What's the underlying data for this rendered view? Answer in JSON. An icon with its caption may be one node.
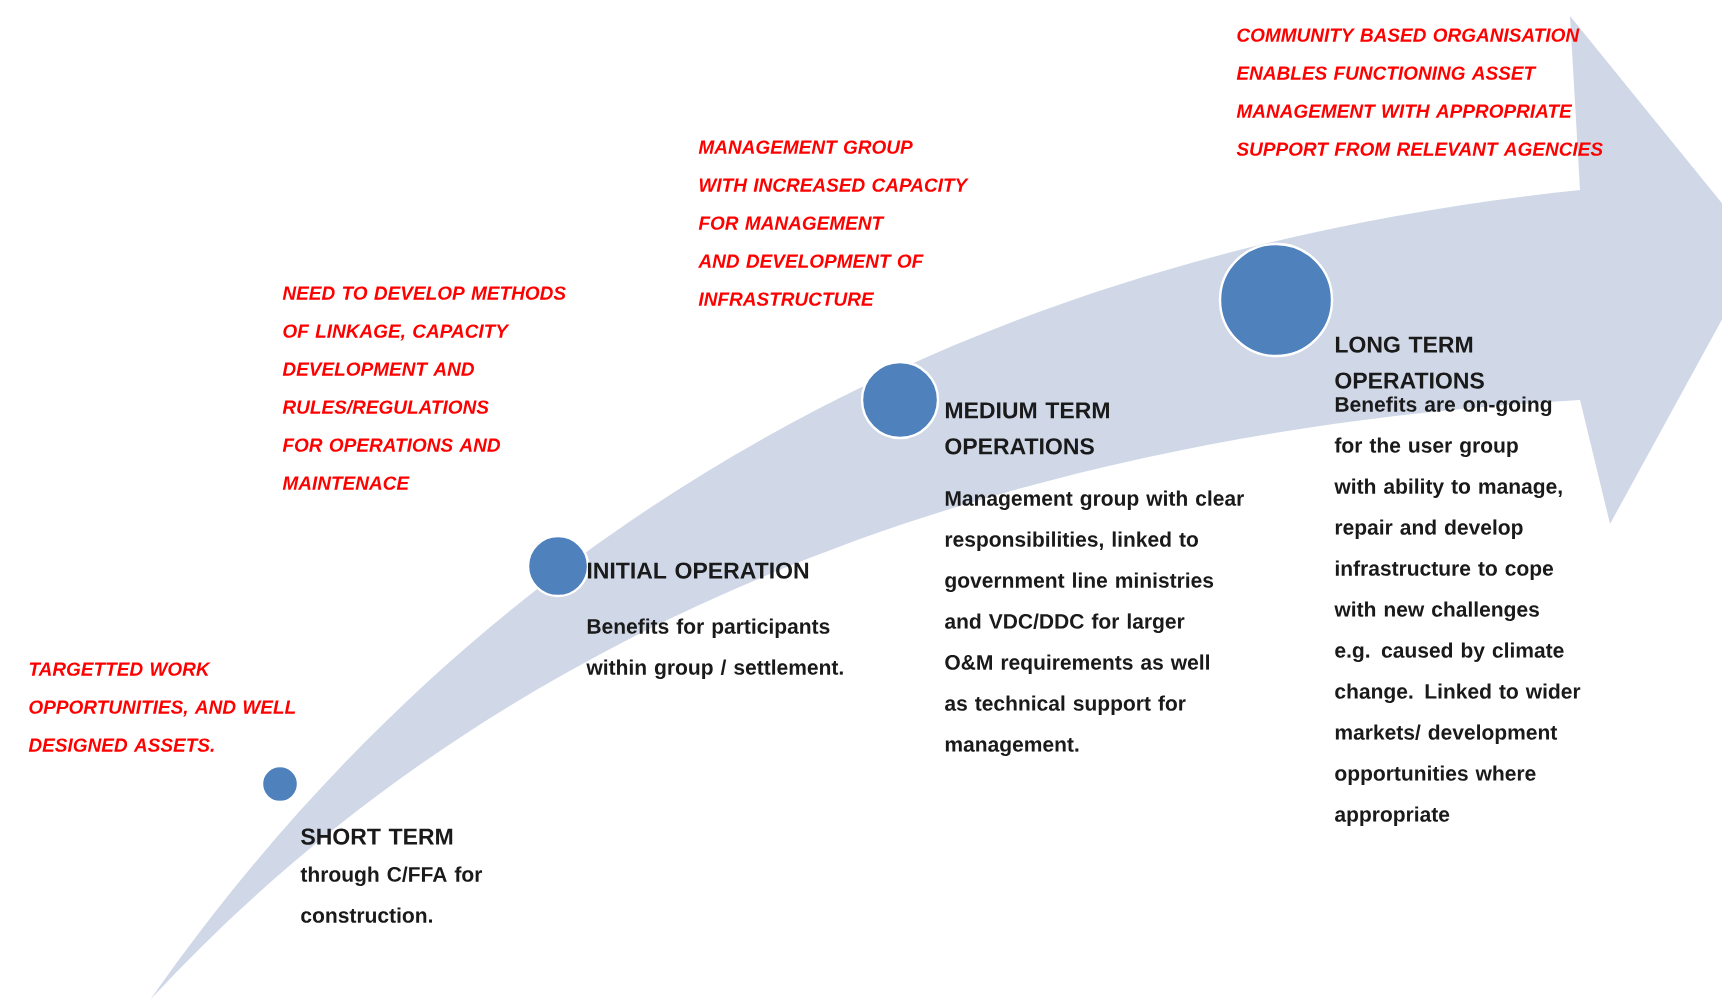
{
  "diagram": {
    "nodes": [
      {
        "text": [],
        "shape": "circle",
        "beside": [
          "SHORT TERM",
          "through C/FFA for construction."
        ]
      },
      {
        "text": [],
        "shape": "circle",
        "beside": [
          "INITIAL OPERATION",
          "Benefits for participants within group / settlement."
        ]
      },
      {
        "text": [],
        "shape": "circle",
        "beside": [
          "MEDIUM TERM OPERATIONS",
          "Management group with clear responsibilities, linked to government line ministries and VDC/DDC for larger O&M requirements as well as technical support for management."
        ]
      },
      {
        "text": [],
        "shape": "circle",
        "beside": [
          "LONG TERM OPERATIONS",
          "Benefits are on-going for the user group with ability to manage, repair and develop infrastructure to cope with new challenges e.g. caused by climate change.  Linked to wider markets/ development opportunities where appropriate"
        ]
      }
    ],
    "labels": [
      "TARGETTED WORK OPPORTUNITIES, AND WELL DESIGNED ASSETS.",
      "NEED TO DEVELOP METHODS OF LINKAGE, CAPACITY DEVELOPMENT AND RULES/REGULATIONS FOR OPERATIONS AND MAINTENACE",
      "MANAGEMENT GROUP WITH INCREASED CAPACITY FOR MANAGEMENT AND DEVELOPMENT OF INFRASTRUCTURE",
      "COMMUNITY BASED ORGANISATION  ENABLES FUNCTIONING ASSET MANAGEMENT  WITH APPROPRIATE  SUPPORT FROM RELEVANT  AGENCIES"
    ]
  }
}
